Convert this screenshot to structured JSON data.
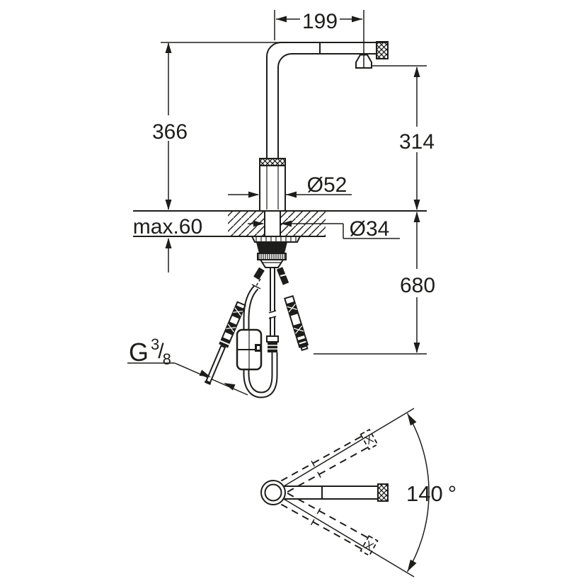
{
  "drawing": {
    "type": "faucet installation dimension drawing",
    "colors": {
      "line": "#1d1d1b",
      "background": "#ffffff"
    },
    "dimensions": {
      "spout_reach": "199",
      "total_height": "366",
      "outlet_height": "314",
      "body_diameter": "Ø52",
      "max_counter_thickness": "max.60",
      "hole_diameter": "Ø34",
      "hose_drop": "680"
    },
    "thread_label": {
      "prefix": "G",
      "numerator": "3",
      "slash": "/",
      "denominator": "8"
    },
    "swivel": {
      "angle": "140",
      "unit": "°"
    }
  }
}
